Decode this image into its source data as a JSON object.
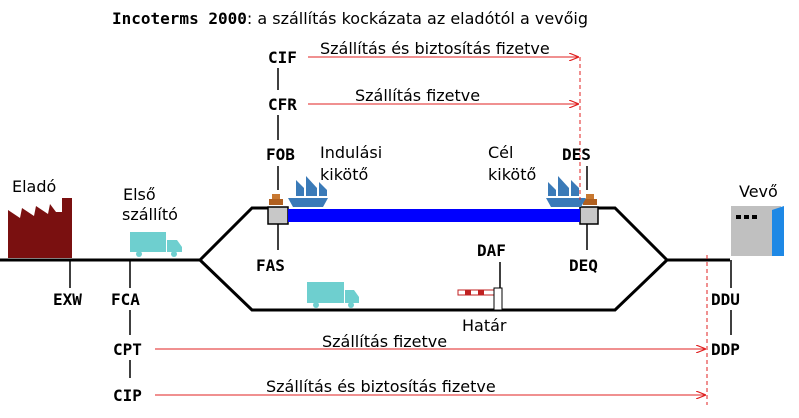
{
  "title": {
    "bold": "Incoterms 2000",
    "rest": ": a szállítás kockázata az eladótól a vevőig"
  },
  "parties": {
    "seller": "Eladó",
    "buyer": "Vevő"
  },
  "places": {
    "first_carrier": [
      "Első",
      "szállító"
    ],
    "departure_port": [
      "Indulási",
      "kikötő"
    ],
    "destination_port": [
      "Cél",
      "kikötő"
    ],
    "border": "Határ"
  },
  "terms": {
    "exw": "EXW",
    "fca": "FCA",
    "cpt": "CPT",
    "cip": "CIP",
    "fas": "FAS",
    "fob": "FOB",
    "cfr": "CFR",
    "cif": "CIF",
    "des": "DES",
    "deq": "DEQ",
    "daf": "DAF",
    "ddu": "DDU",
    "ddp": "DDP"
  },
  "arrows": {
    "cif": "Szállítás és biztosítás fizetve",
    "cfr": "Szállítás fizetve",
    "cpt": "Szállítás fizetve",
    "cip": "Szállítás és biztosítás fizetve"
  },
  "colors": {
    "factory": "#7a1010",
    "truck": "#6ecfcf",
    "sea": "#0000ff",
    "ship": "#3a7ab8",
    "building": "#c0c0c0",
    "door": "#1e88e5",
    "arrow": "#e02020",
    "line": "#000000"
  },
  "icons": [
    "factory-icon",
    "truck-icon",
    "ship-icon",
    "building-icon",
    "barrier-icon",
    "bollard-icon"
  ]
}
